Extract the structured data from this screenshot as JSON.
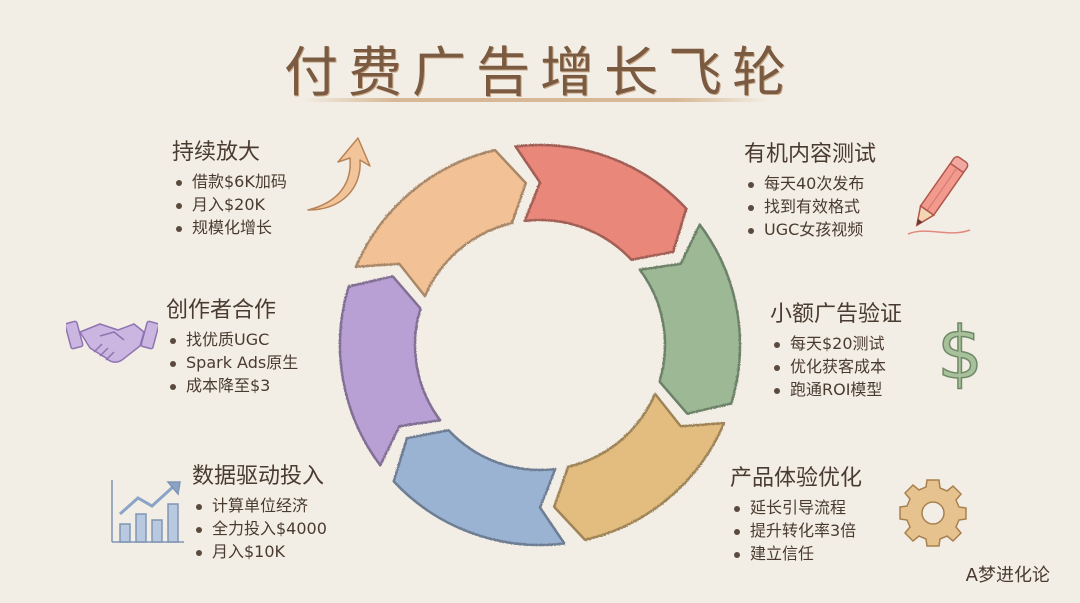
{
  "title": "付费广告增长飞轮",
  "stages": [
    {
      "title": "有机内容测试",
      "items": [
        "每天40次发布",
        "找到有效格式",
        "UGC女孩视频"
      ],
      "color": "#e8877a",
      "icon": "pencil-icon"
    },
    {
      "title": "小额广告验证",
      "items": [
        "每天$20测试",
        "优化获客成本",
        "跑通ROI模型"
      ],
      "color": "#9cb894",
      "icon": "dollar-sign-icon"
    },
    {
      "title": "产品体验优化",
      "items": [
        "延长引导流程",
        "提升转化率3倍",
        "建立信任"
      ],
      "color": "#e3bd7f",
      "icon": "gear-icon"
    },
    {
      "title": "数据驱动投入",
      "items": [
        "计算单位经济",
        "全力投入$4000",
        "月入$10K"
      ],
      "color": "#9bb3d2",
      "icon": "bar-chart-icon"
    },
    {
      "title": "创作者合作",
      "items": [
        "找优质UGC",
        "Spark Ads原生",
        "成本降至$3"
      ],
      "color": "#b9a0d4",
      "icon": "handshake-icon"
    },
    {
      "title": "持续放大",
      "items": [
        "借款$6K加码",
        "月入$20K",
        "规模化增长"
      ],
      "color": "#f2c296",
      "icon": "up-arrow-icon"
    }
  ],
  "credit": "A梦进化论"
}
